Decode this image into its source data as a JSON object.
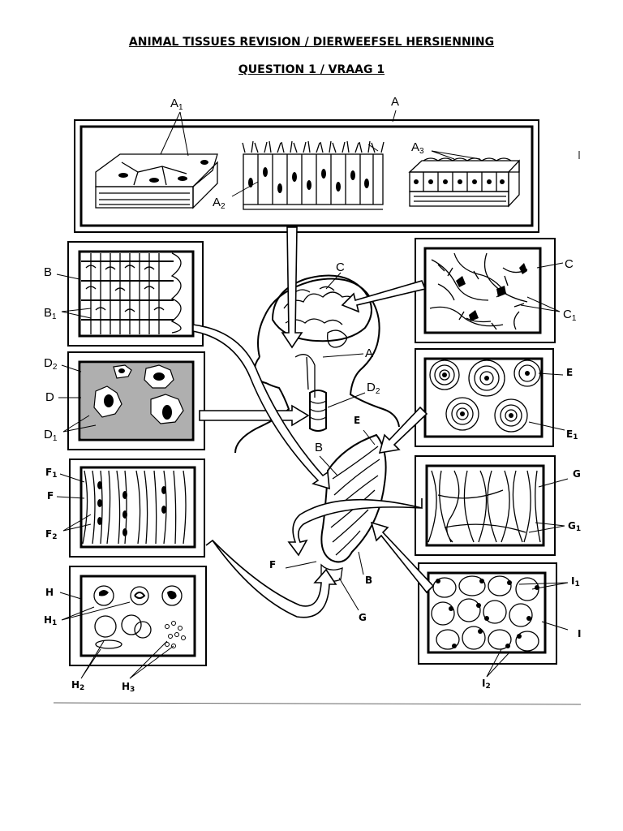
{
  "header": {
    "title": "ANIMAL TISSUES REVISION  / DIERWEEFSEL HERSIENNING",
    "subtitle": "QUESTION 1 / VRAAG 1"
  },
  "labels": {
    "A": "A",
    "A1": "A",
    "A1_sub": "1",
    "A2": "A",
    "A2_sub": "2",
    "A3": "A",
    "A3_sub": "3",
    "B": "B",
    "B1": "B",
    "B1_sub": "1",
    "C": "C",
    "C1": "C",
    "C1_sub": "1",
    "C_brain": "C",
    "A_throat": "A",
    "D2_trachea": "D",
    "D2_trachea_sub": "2",
    "D": "D",
    "D1": "D",
    "D1_sub": "1",
    "D2": "D",
    "D2_sub": "2",
    "E": "E",
    "E1": "E",
    "E1_sub": "1",
    "E_muscle": "E",
    "F": "F",
    "F1": "F",
    "F1_sub": "1",
    "F2": "F",
    "F2_sub": "2",
    "F_muscle": "F",
    "G": "G",
    "G1": "G",
    "G1_sub": "1",
    "G_muscle": "G",
    "B_muscle_top": "B",
    "B_muscle_bottom": "B",
    "H": "H",
    "H1": "H",
    "H1_sub": "1",
    "H2": "H",
    "H2_sub": "2",
    "H3": "H",
    "H3_sub": "3",
    "I": "I",
    "I1": "I",
    "I1_sub": "1",
    "I2": "I",
    "I2_sub": "2"
  }
}
